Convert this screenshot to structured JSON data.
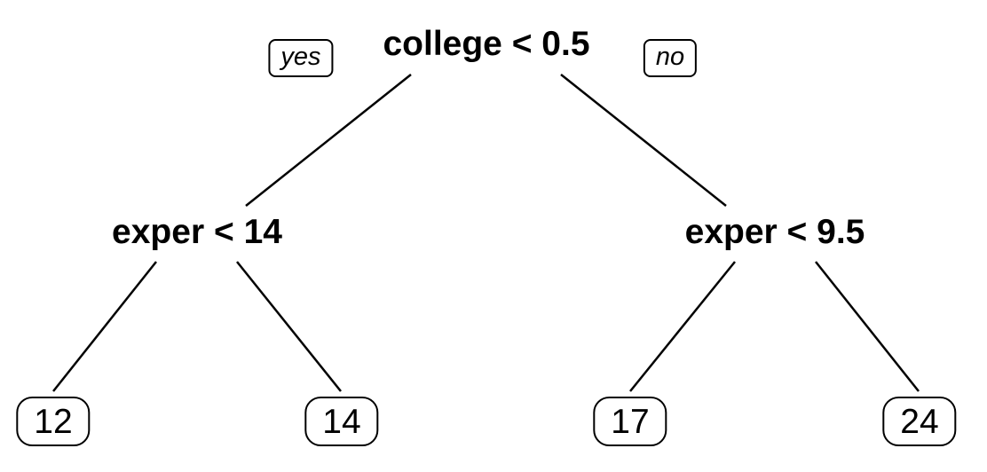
{
  "tree": {
    "root": {
      "split": "college < 0.5",
      "yes_label": "yes",
      "no_label": "no"
    },
    "left": {
      "split": "exper < 14",
      "leaves": [
        "12",
        "14"
      ]
    },
    "right": {
      "split": "exper < 9.5",
      "leaves": [
        "17",
        "24"
      ]
    }
  }
}
